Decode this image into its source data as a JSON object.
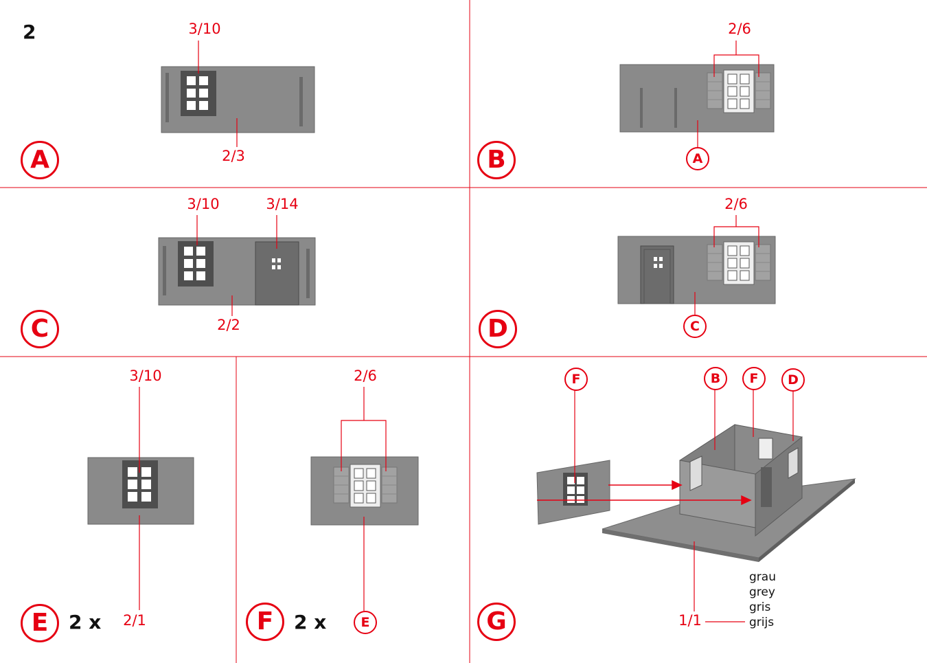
{
  "page_number": "2",
  "colors": {
    "accent": "#e60012",
    "part": "#8a8a8a",
    "part_dark": "#5a5a5a",
    "text": "#111111"
  },
  "steps": {
    "A": {
      "letter": "A",
      "parts": [
        "3/10",
        "2/3"
      ]
    },
    "B": {
      "letter": "B",
      "parts": [
        "2/6"
      ],
      "ref": "A"
    },
    "C": {
      "letter": "C",
      "parts": [
        "3/10",
        "3/14",
        "2/2"
      ]
    },
    "D": {
      "letter": "D",
      "parts": [
        "2/6"
      ],
      "ref": "C"
    },
    "E": {
      "letter": "E",
      "quantity": "2 x",
      "parts": [
        "3/10",
        "2/1"
      ]
    },
    "F": {
      "letter": "F",
      "quantity": "2 x",
      "parts": [
        "2/6"
      ],
      "ref": "E"
    },
    "G": {
      "letter": "G",
      "refs": [
        "F",
        "B",
        "F",
        "D"
      ],
      "parts": [
        "1/1"
      ],
      "color_names": [
        "grau",
        "grey",
        "gris",
        "grijs"
      ]
    }
  }
}
